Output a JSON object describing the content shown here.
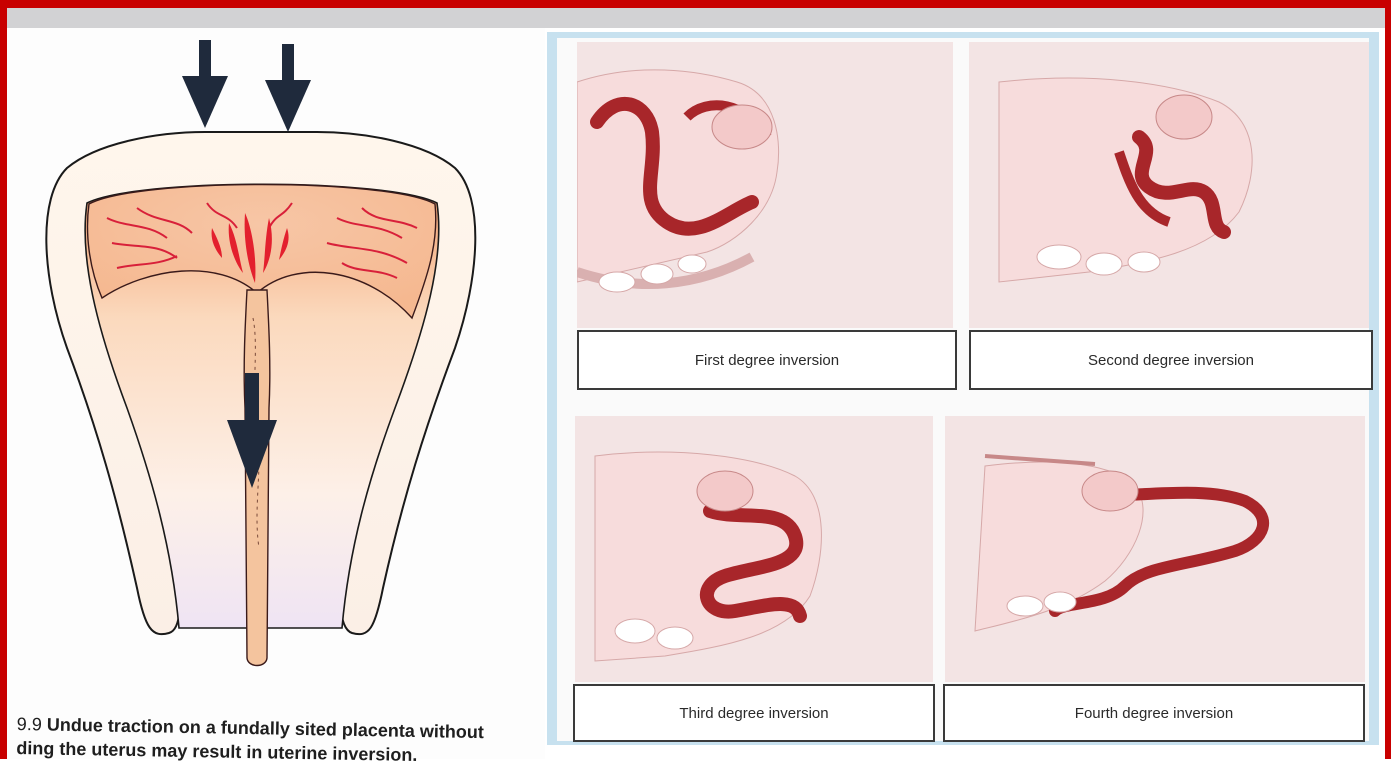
{
  "caption": {
    "figure_number": "9.9",
    "line1": "Undue traction on a fundally sited placenta without",
    "line2": "ding the uterus may result in uterine inversion."
  },
  "stages": [
    {
      "label": "First degree inversion"
    },
    {
      "label": "Second degree inversion"
    },
    {
      "label": "Third degree inversion"
    },
    {
      "label": "Fourth degree inversion"
    }
  ],
  "colors": {
    "frame": "#c80000",
    "arrow": "#1f2a3c",
    "uterus_red": "#a8262a",
    "placenta": "#e0243a",
    "cord": "#f4c49e",
    "panel_border": "#c7e1ef"
  },
  "icons": [
    "down-arrow-icon"
  ]
}
